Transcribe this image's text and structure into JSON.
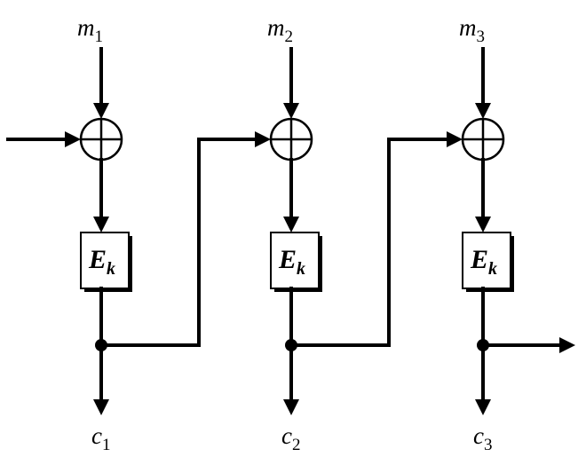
{
  "diagram": {
    "title": "CBC mode encryption",
    "stages": [
      {
        "input": "m",
        "input_sub": "1",
        "block_main": "E",
        "block_sub": "k",
        "output": "c",
        "output_sub": "1"
      },
      {
        "input": "m",
        "input_sub": "2",
        "block_main": "E",
        "block_sub": "k",
        "output": "c",
        "output_sub": "2"
      },
      {
        "input": "m",
        "input_sub": "3",
        "block_main": "E",
        "block_sub": "k",
        "output": "c",
        "output_sub": "3"
      }
    ],
    "colors": {
      "stroke": "#000000",
      "background": "#ffffff",
      "shadow": "#000000"
    }
  }
}
